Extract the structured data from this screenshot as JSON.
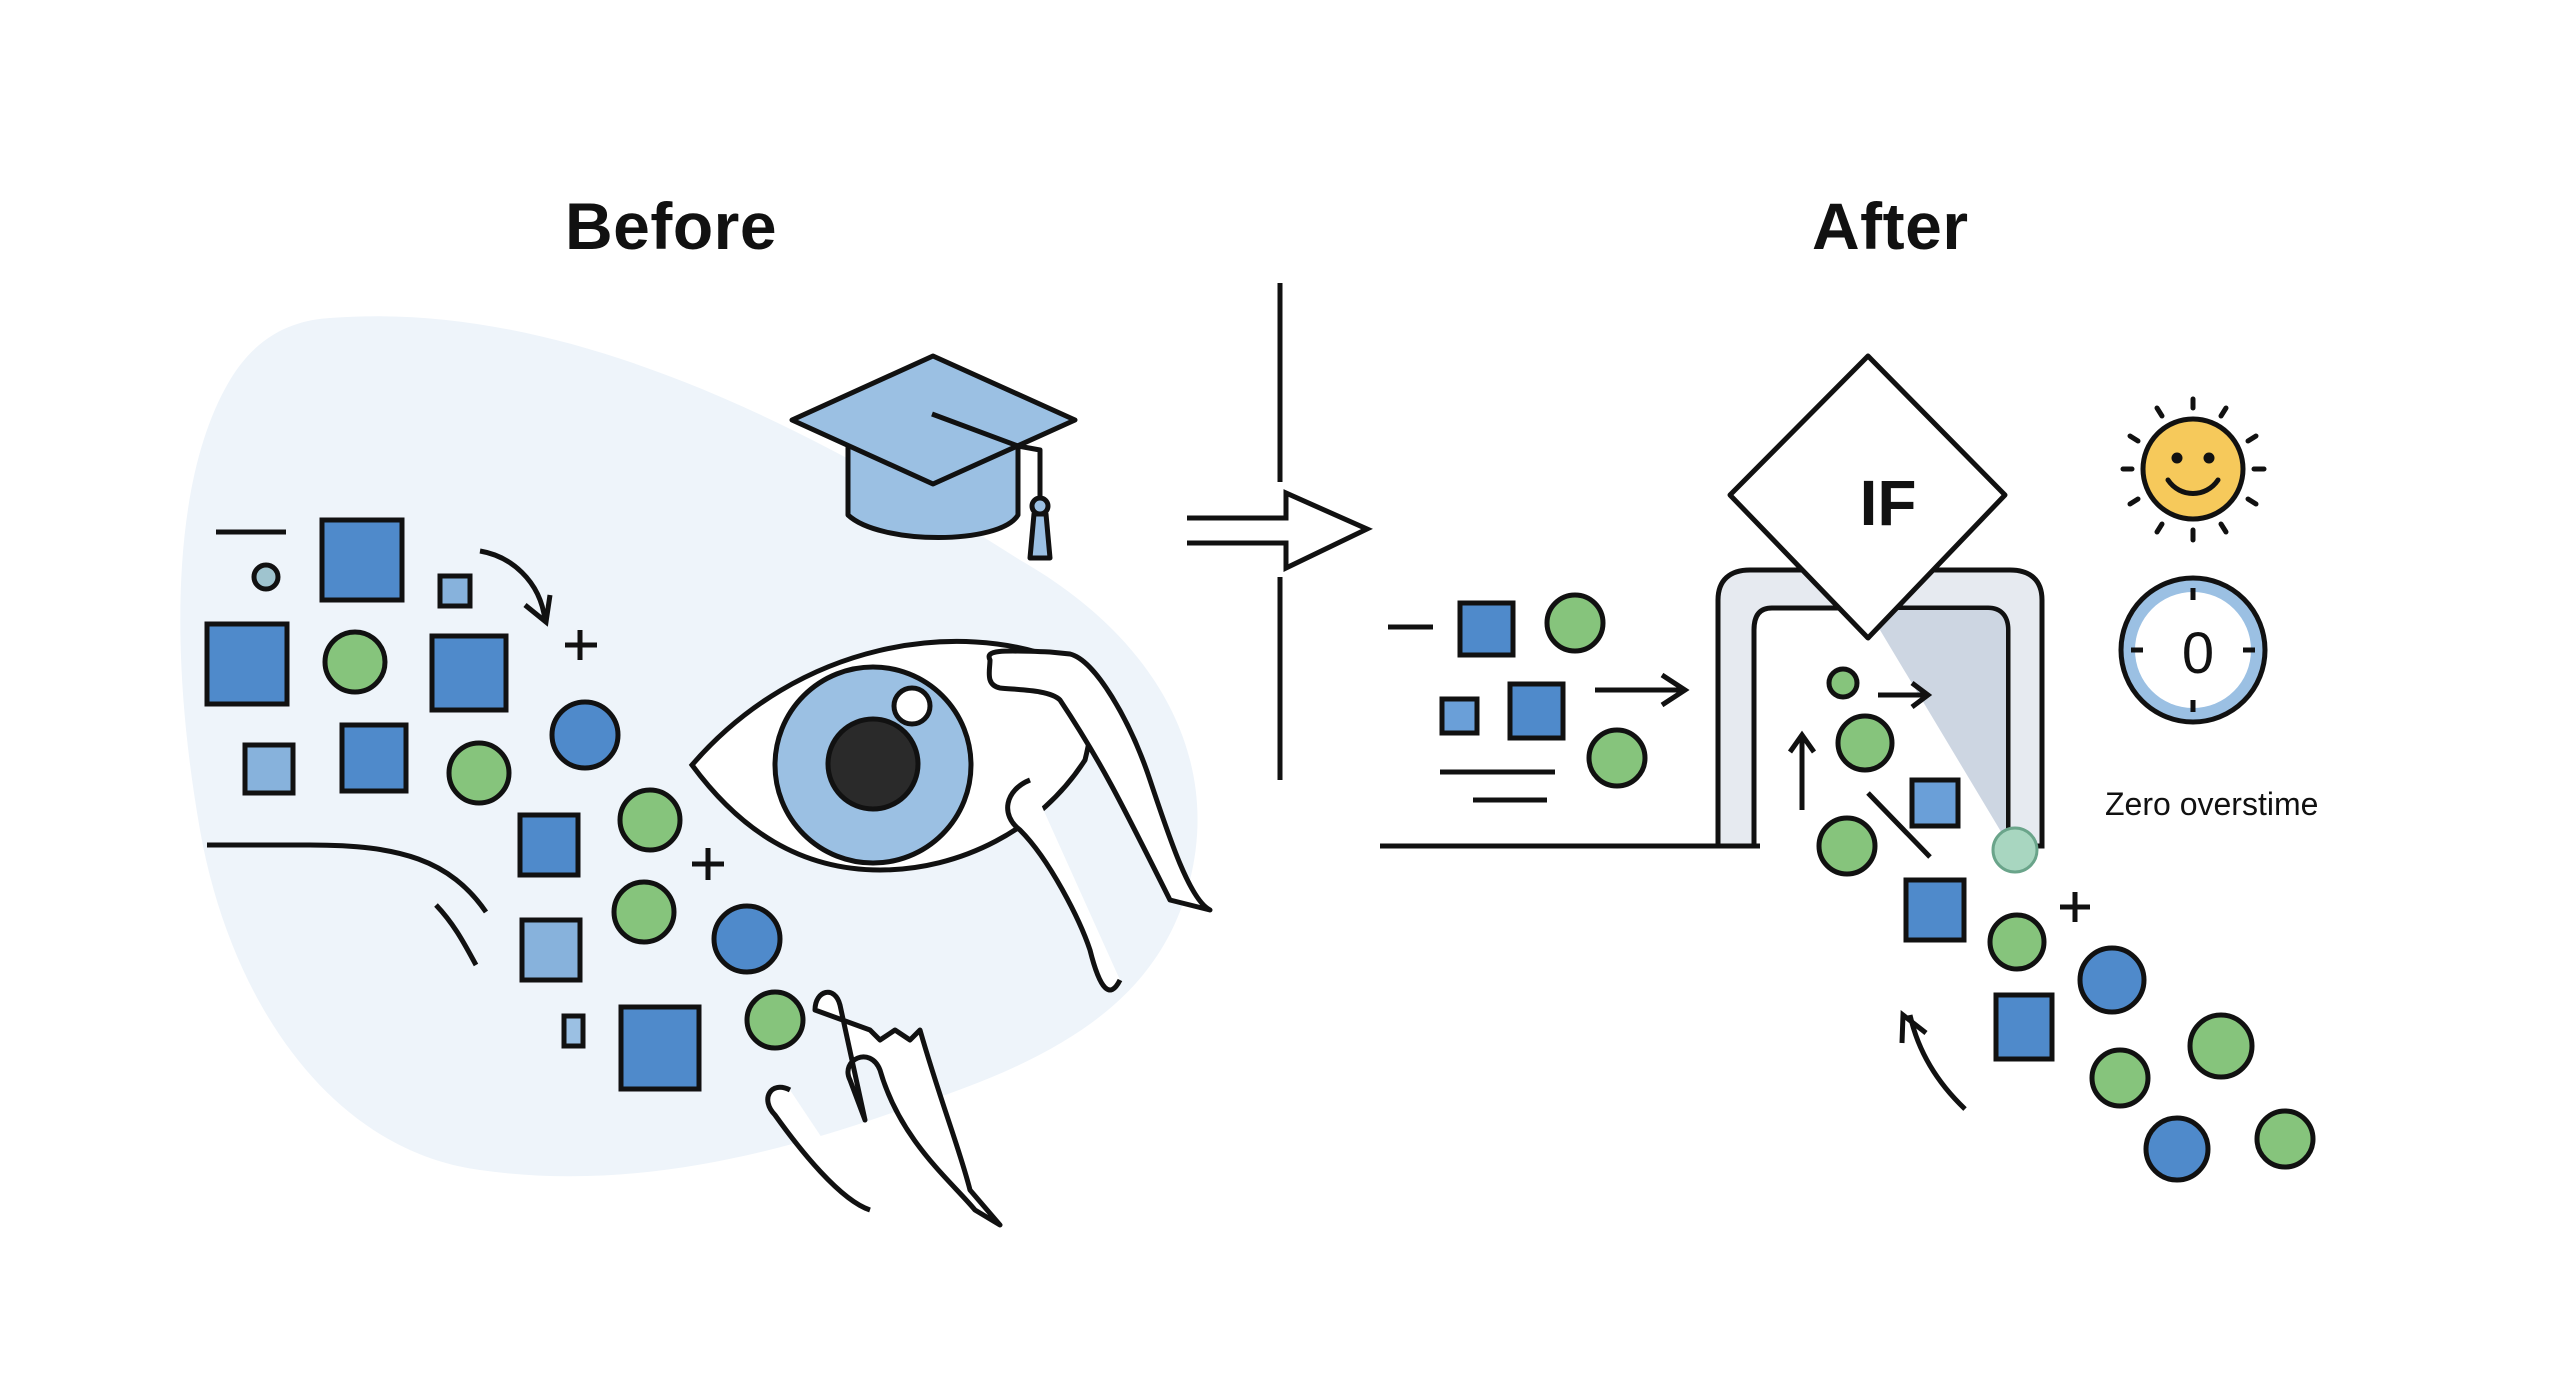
{
  "diagram": {
    "before": {
      "title": "Before",
      "elements": [
        "graduation-cap",
        "eye",
        "hand-pinching-eye",
        "hand-pointing",
        "scattered-blue-squares",
        "scattered-green-circles"
      ]
    },
    "after": {
      "title": "After",
      "decision_label": "IF",
      "timer_value": "0",
      "caption": "Zero overstime",
      "elements": [
        "if-decision-diamond",
        "gateway-frame",
        "smiling-sun",
        "timer-clock",
        "ordered-shapes-flow"
      ]
    },
    "transition": "arrow-right",
    "colors": {
      "blue": "#4f8acb",
      "light_blue": "#9bc0e3",
      "green": "#86c47c",
      "sun_yellow": "#f6c95b",
      "blob_background": "#eef4fa",
      "frame_gray": "#e6eaf0",
      "beam_gray": "#cdd6e2",
      "stroke": "#111111"
    }
  }
}
